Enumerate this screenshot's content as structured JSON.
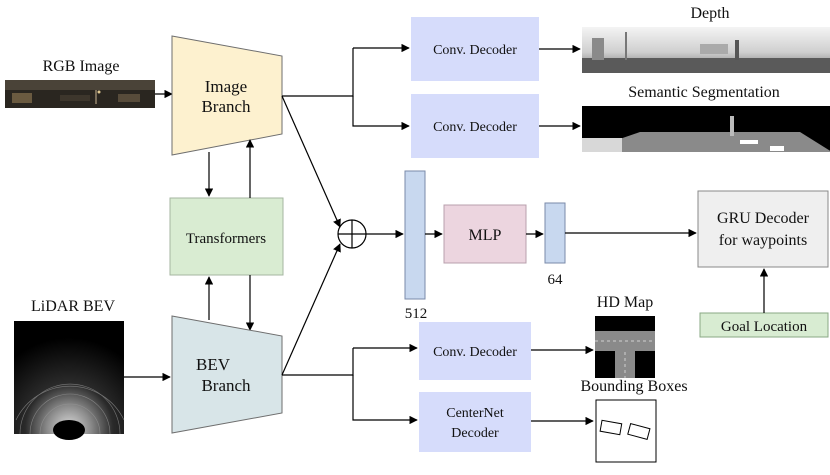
{
  "inputs": {
    "rgb_label": "RGB Image",
    "lidar_label": "LiDAR BEV"
  },
  "branches": {
    "image_line1": "Image",
    "image_line2": "Branch",
    "bev_line1": "BEV",
    "bev_line2": "Branch",
    "transformers": "Transformers"
  },
  "decoders": {
    "depth_decoder": "Conv. Decoder",
    "semantic_decoder": "Conv. Decoder",
    "hdmap_decoder": "Conv. Decoder",
    "centernet_line1": "CenterNet",
    "centernet_line2": "Decoder"
  },
  "outputs": {
    "depth": "Depth",
    "semantic": "Semantic Segmentation",
    "hd_map": "HD Map",
    "bounding_boxes": "Bounding Boxes"
  },
  "core": {
    "feature_dim": "512",
    "mlp": "MLP",
    "hidden_dim": "64",
    "gru_line1": "GRU Decoder",
    "gru_line2": "for waypoints",
    "goal": "Goal Location"
  },
  "colors": {
    "image_branch": "#fdf1cf",
    "bev_branch": "#d8e5e8",
    "transformers": "#d9ecd2",
    "decoder": "#d6dcfb",
    "feature": "#c8d8ef",
    "mlp": "#ecd5df",
    "gru": "#efefef",
    "goal": "#d8ecd2"
  }
}
